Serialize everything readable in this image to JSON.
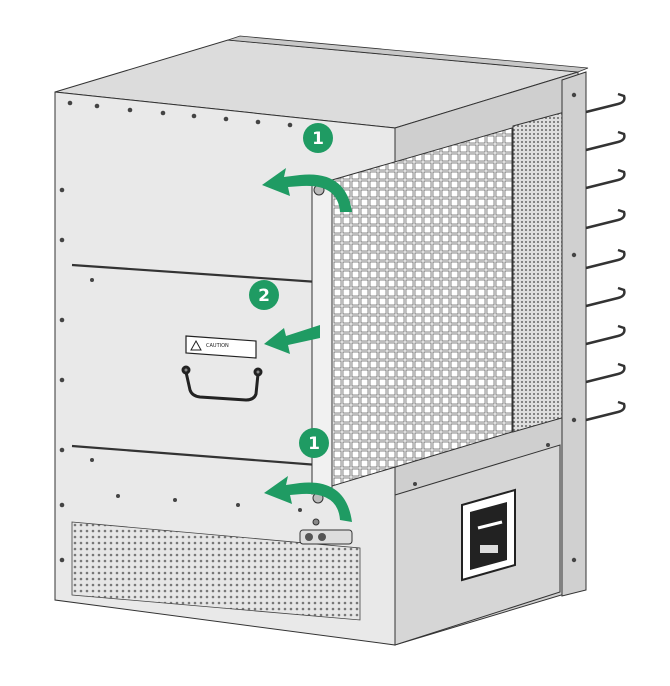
{
  "colors": {
    "callout_green": "#1f9b63",
    "arrow_green": "#1f9b63",
    "chassis_front": "#e9e9e9",
    "chassis_side": "#cfcfcf",
    "chassis_top": "#dcdcdc",
    "outline": "#333333"
  },
  "steps": [
    {
      "number": "1"
    },
    {
      "number": "2"
    },
    {
      "number": "1"
    }
  ],
  "label": {
    "title": "CAUTION",
    "lines": [
      "",
      ""
    ]
  },
  "icons": {
    "warning_icon": "warning-triangle-icon",
    "step_badge": "numbered-step-badge"
  }
}
